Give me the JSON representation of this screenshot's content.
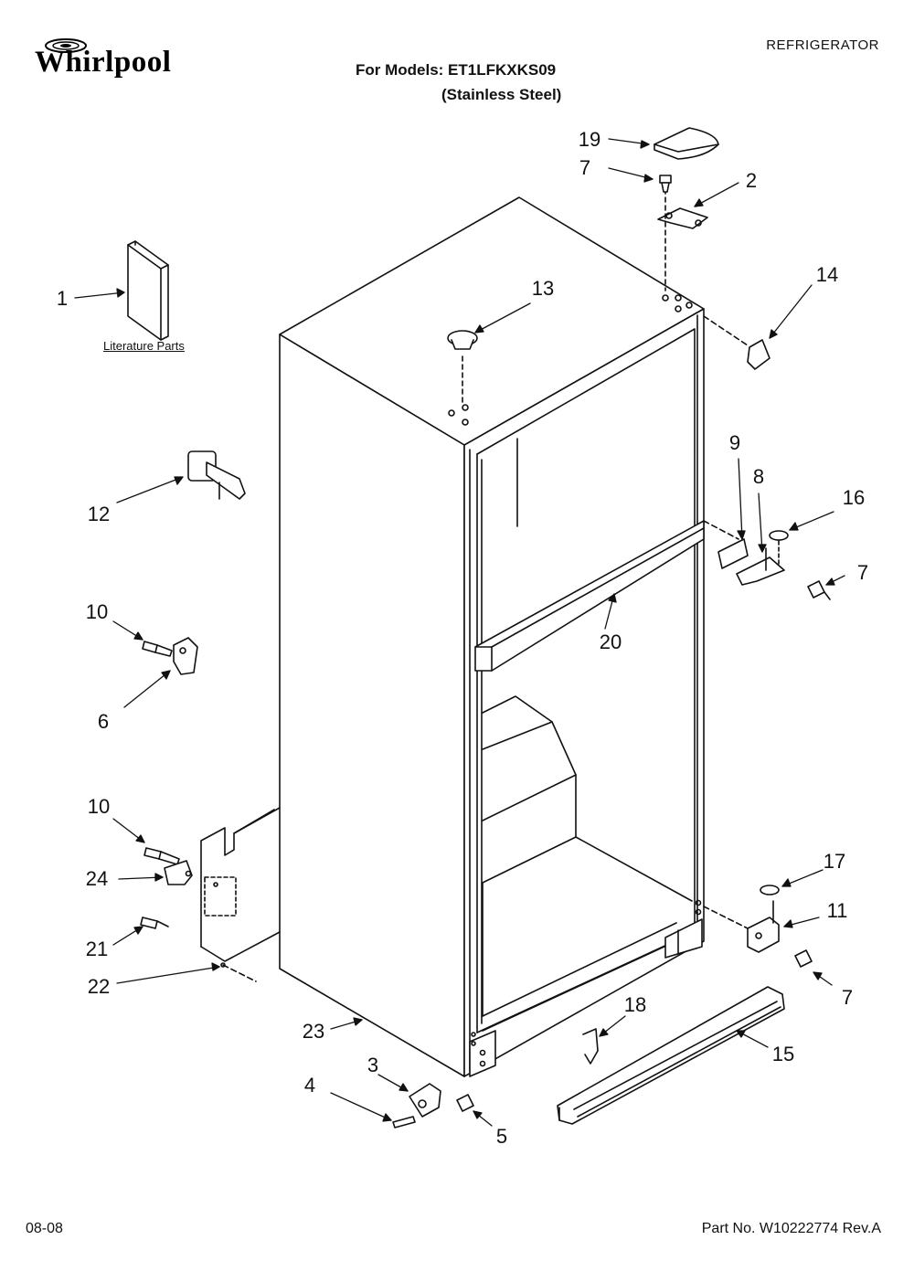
{
  "header": {
    "brand": "Whirlpool",
    "models_line": "For Models: ET1LFKXKS09",
    "finish_line": "(Stainless Steel)",
    "category": "REFRIGERATOR"
  },
  "literature_label": "Literature Parts",
  "callouts": {
    "c1": "1",
    "c2": "2",
    "c3": "3",
    "c4": "4",
    "c5": "5",
    "c6": "6",
    "c7a": "7",
    "c7b": "7",
    "c7c": "7",
    "c8": "8",
    "c9": "9",
    "c10a": "10",
    "c10b": "10",
    "c11": "11",
    "c12": "12",
    "c13": "13",
    "c14": "14",
    "c15": "15",
    "c16": "16",
    "c17": "17",
    "c18": "18",
    "c19": "19",
    "c20": "20",
    "c21": "21",
    "c22": "22",
    "c23": "23",
    "c24": "24"
  },
  "footer": {
    "date": "08-08",
    "part_number": "Part No. W10222774 Rev.A"
  },
  "colors": {
    "ink": "#111111",
    "paper": "#ffffff"
  }
}
